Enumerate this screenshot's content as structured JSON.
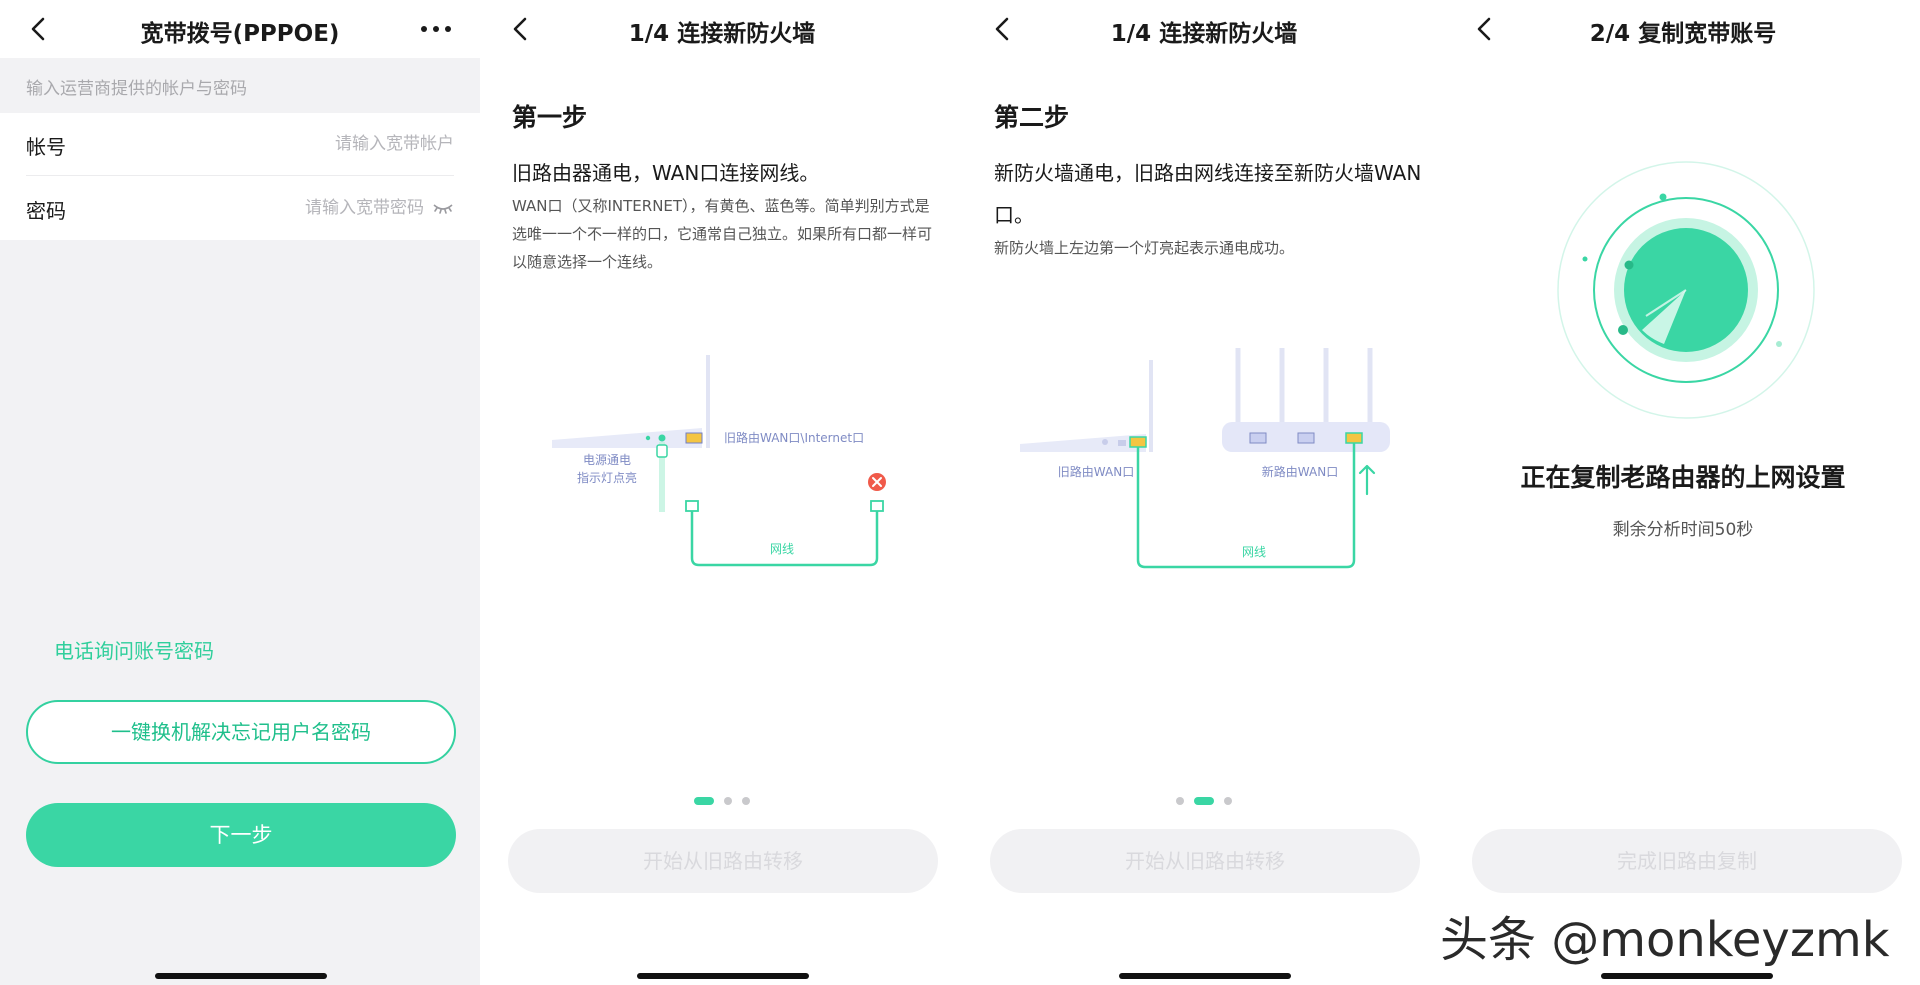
{
  "screen1": {
    "title": "宽带拨号(PPPOE)",
    "hint": "输入运营商提供的帐户与密码",
    "account_label": "帐号",
    "account_placeholder": "请输入宽带帐户",
    "password_label": "密码",
    "password_placeholder": "请输入宽带密码",
    "phone_link": "电话询问账号密码",
    "outline_button": "一键换机解决忘记用户名密码",
    "next_button": "下一步"
  },
  "screen2": {
    "title": "1/4 连接新防火墙",
    "step_title": "第一步",
    "step_main": "旧路由器通电，WAN口连接网线。",
    "step_sub": "WAN口（又称INTERNET），有黄色、蓝色等。简单判别方式是选唯一一个不一样的口，它通常自己独立。如果所有口都一样可以随意选择一个连线。",
    "diagram": {
      "port_label": "旧路由WAN口\\Internet口",
      "power_label_line1": "电源通电",
      "power_label_line2": "指示灯点亮",
      "cable_label": "网线"
    },
    "page_indicator": {
      "total": 3,
      "active": 1
    },
    "button": "开始从旧路由转移"
  },
  "screen3": {
    "title": "1/4 连接新防火墙",
    "step_title": "第二步",
    "step_main": "新防火墙通电，旧路由网线连接至新防火墙WAN口。",
    "step_sub": "新防火墙上左边第一个灯亮起表示通电成功。",
    "diagram": {
      "old_label": "旧路由WAN口",
      "new_label": "新路由WAN口",
      "cable_label": "网线"
    },
    "page_indicator": {
      "total": 3,
      "active": 2
    },
    "button": "开始从旧路由转移"
  },
  "screen4": {
    "title": "2/4 复制宽带账号",
    "status_title": "正在复制老路由器的上网设置",
    "status_sub": "剩余分析时间50秒",
    "button": "完成旧路由复制"
  },
  "watermark": "头条 @monkeyzmk",
  "colors": {
    "accent": "#3ad6a4",
    "accent_text": "#1fbf8b",
    "disabled_bg": "#f1f1f3",
    "disabled_text": "#d9d9dd",
    "error": "#f05a4a"
  }
}
